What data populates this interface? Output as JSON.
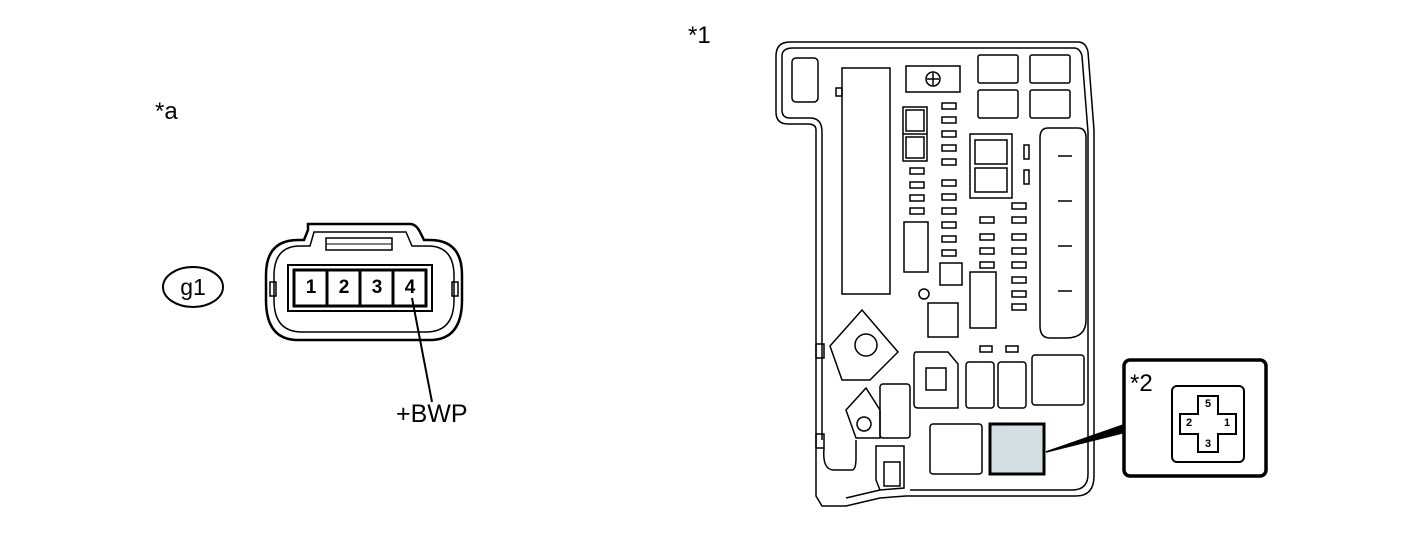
{
  "labels": {
    "view_a": "*a",
    "view_1": "*1",
    "view_2": "*2",
    "connector_code": "g1",
    "signal": "+BWP"
  },
  "connector": {
    "pins": [
      "1",
      "2",
      "3",
      "4"
    ]
  },
  "relay_socket": {
    "pins": {
      "top": "5",
      "left": "2",
      "right": "1",
      "bottom": "3"
    }
  },
  "colors": {
    "line": "#000000",
    "highlight": "#d4dfe4",
    "background": "#ffffff"
  }
}
